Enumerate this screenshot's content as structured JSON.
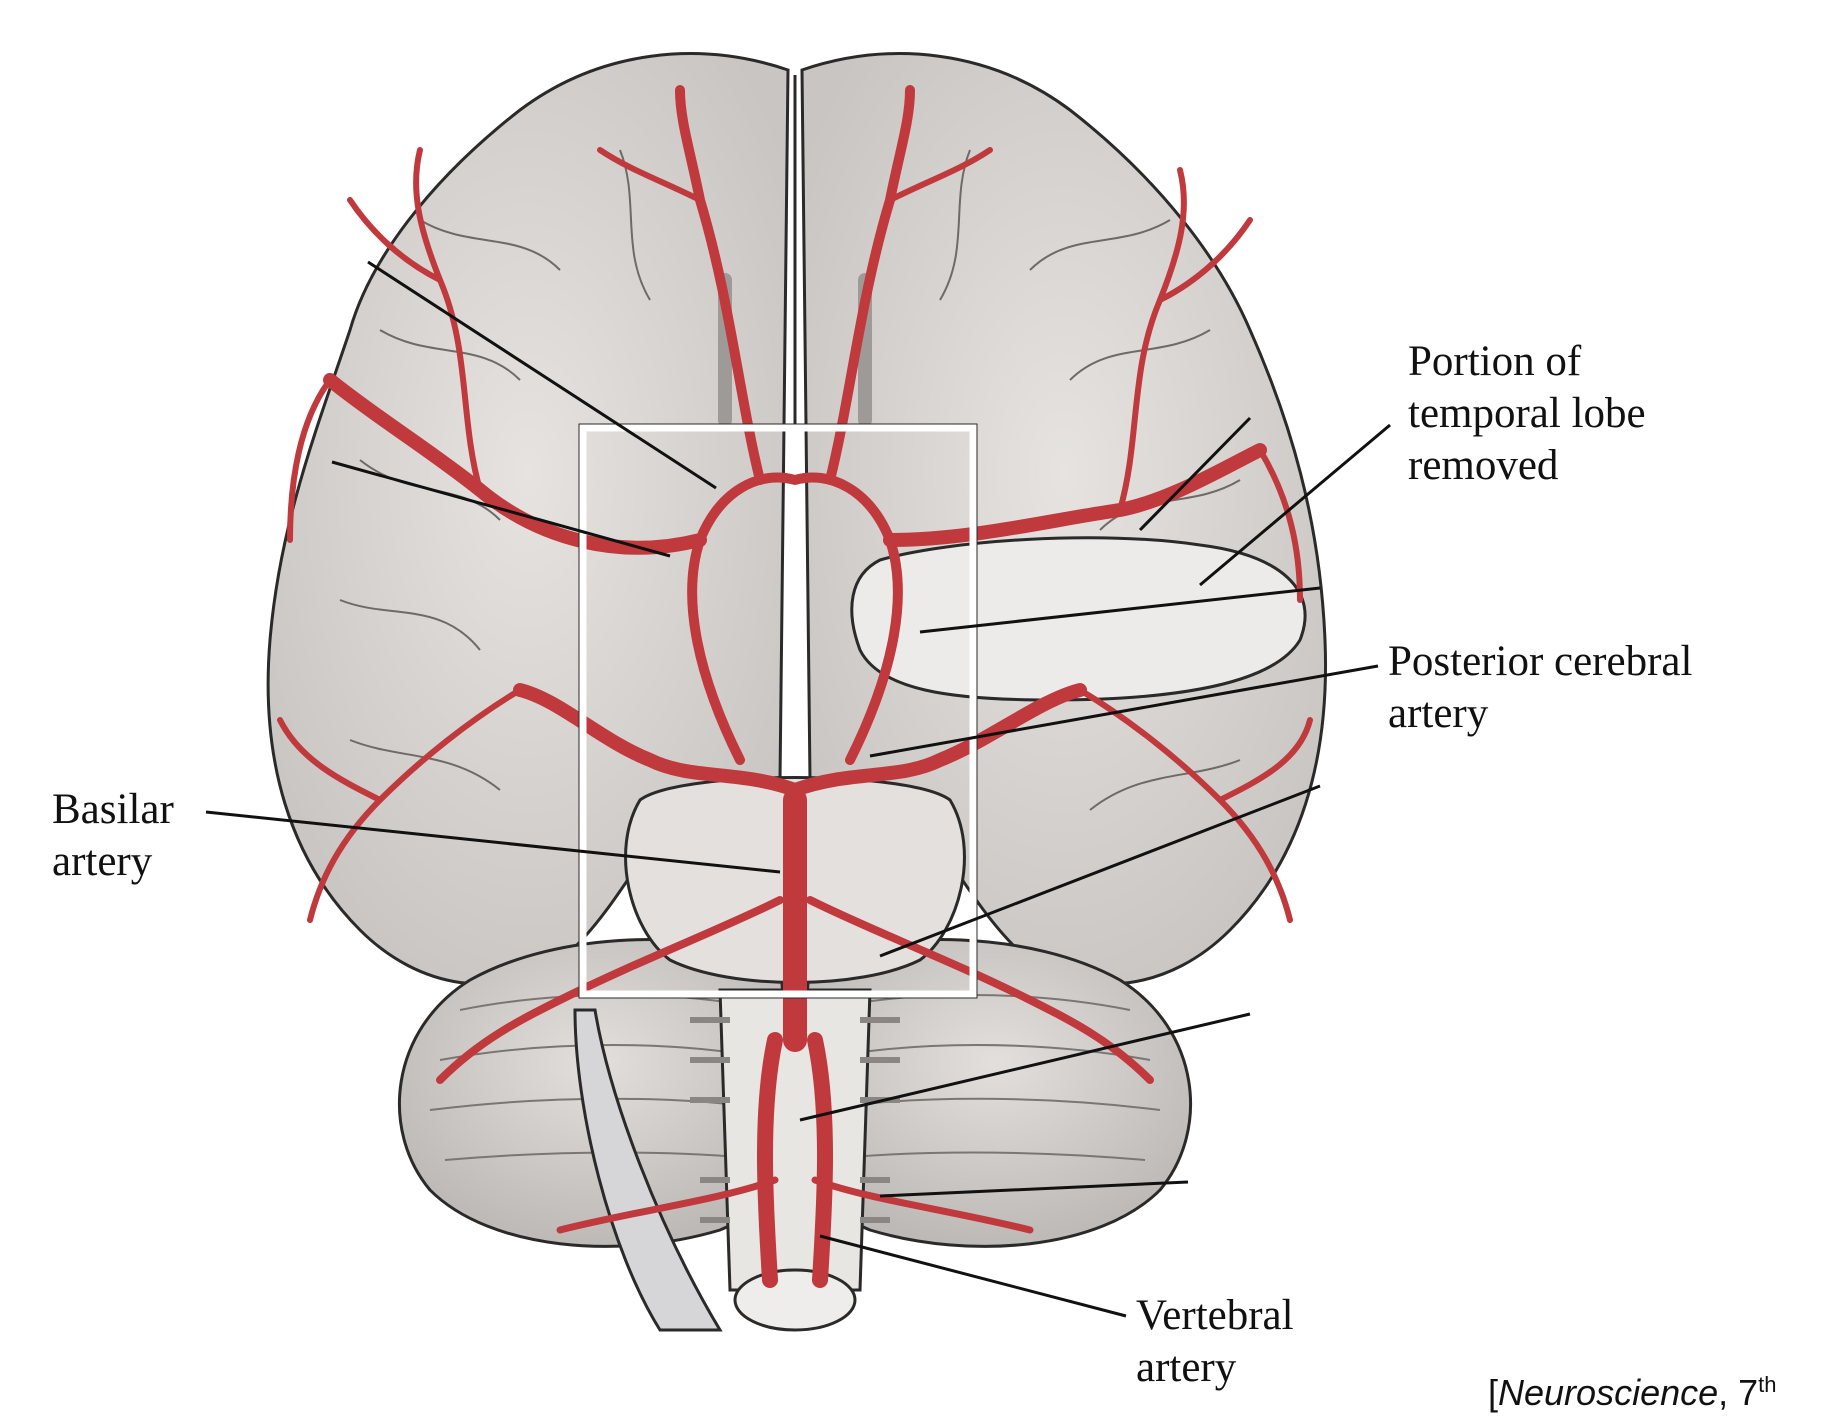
{
  "labels": {
    "temporal_lobe": [
      "Portion of",
      "temporal lobe",
      "removed"
    ],
    "posterior_cerebral": [
      "Posterior cerebral",
      "artery"
    ],
    "basilar": [
      "Basilar",
      "artery"
    ],
    "vertebral": [
      "Vertebral",
      "artery"
    ]
  },
  "citation": {
    "bracket": "[",
    "title": "Neuroscience",
    "sep": ", 7",
    "sup": "th"
  },
  "colors": {
    "artery": "#c0393d",
    "artery_light": "#e07a7a",
    "brain": "#d9d6d3",
    "brain_shadow": "#bdb9b6",
    "outline": "#2a2a2a",
    "box": "#ffffff"
  }
}
